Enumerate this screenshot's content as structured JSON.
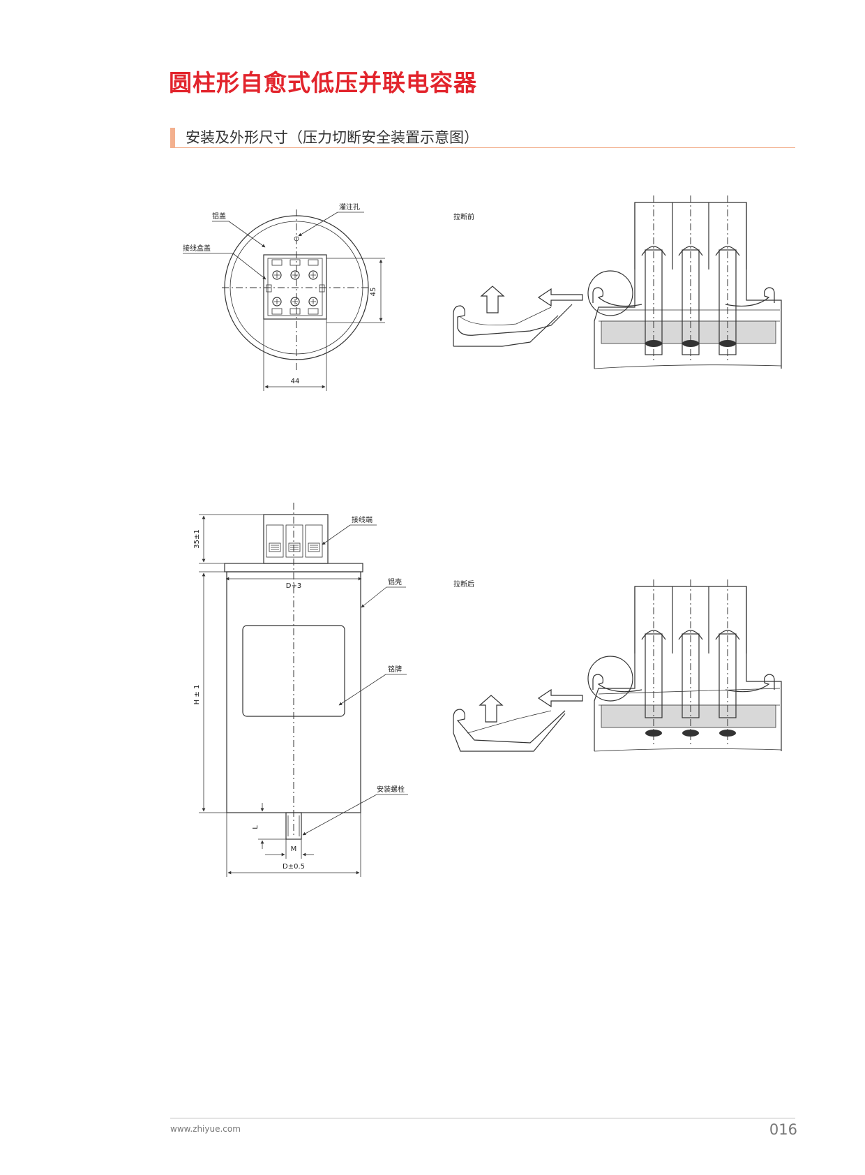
{
  "header": {
    "title": "圆柱形自愈式低压并联电容器",
    "section": "安装及外形尺寸（压力切断安全装置示意图）"
  },
  "top_view": {
    "label_aluminum_cover": "铝盖",
    "label_fill_hole": "灌注孔",
    "label_junction_box_cover": "接线盒盖",
    "dim_height": "45",
    "dim_width": "44"
  },
  "side_view": {
    "label_terminal": "接线端",
    "label_shell": "铝壳",
    "label_nameplate": "铭牌",
    "label_bolt": "安装螺栓",
    "dim_top": "35±1",
    "dim_cap": "D+3",
    "dim_height": "H ± 1",
    "dim_l": "L",
    "dim_m": "M",
    "dim_d": "D±0.5"
  },
  "diagram_before": {
    "label": "拉断前"
  },
  "diagram_after": {
    "label": "拉断后"
  },
  "footer": {
    "url": "www.zhiyue.com",
    "page": "016"
  }
}
